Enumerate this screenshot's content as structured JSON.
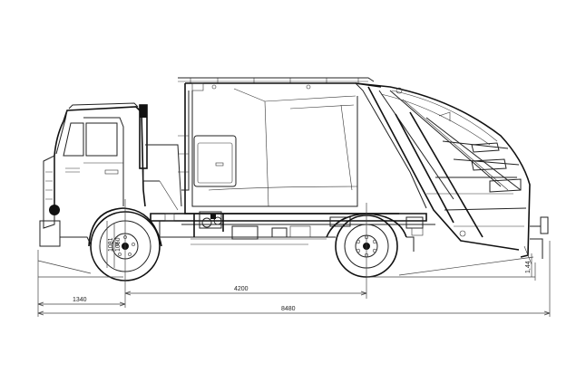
{
  "dimensions": {
    "front_overhang": "1340",
    "wheelbase": "4200",
    "overall_length": "8480",
    "front_wheel_a": "1081",
    "front_wheel_b": "1060",
    "rear_height": "1,44"
  }
}
